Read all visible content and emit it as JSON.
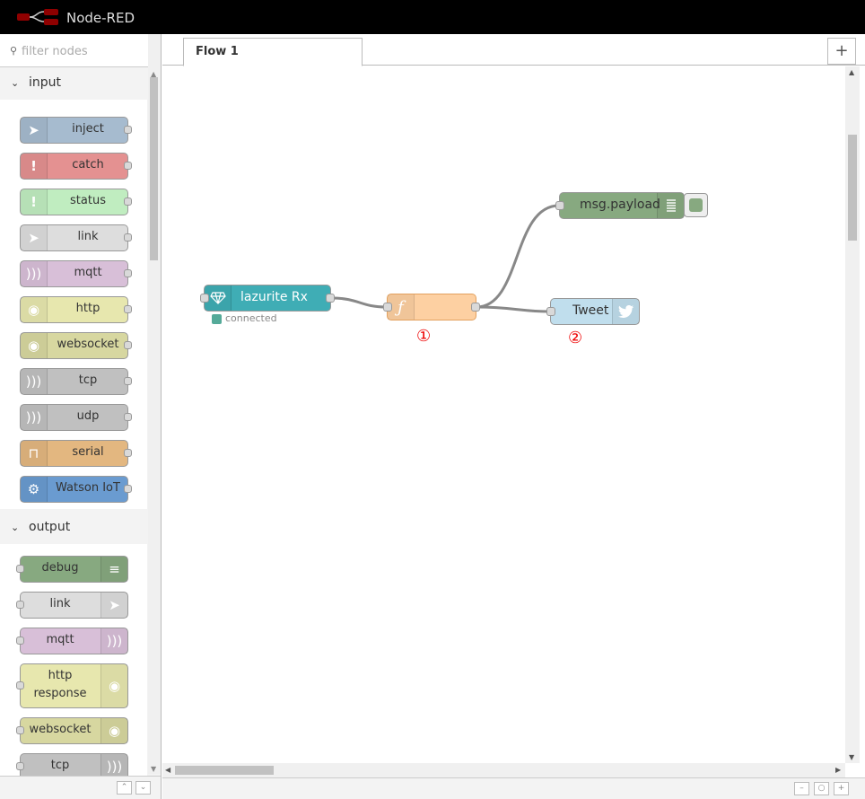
{
  "app": {
    "title": "Node-RED"
  },
  "palette": {
    "search_placeholder": "filter nodes",
    "categories": [
      {
        "name": "input",
        "nodes": [
          {
            "label": "inject",
            "color": "#a6bbcf",
            "icon": "arrow-in-icon"
          },
          {
            "label": "catch",
            "color": "#e49191",
            "icon": "exclamation-icon"
          },
          {
            "label": "status",
            "color": "#c0edc0",
            "icon": "exclamation-icon"
          },
          {
            "label": "link",
            "color": "#dddddd",
            "icon": "link-in-icon"
          },
          {
            "label": "mqtt",
            "color": "#d8bfd8",
            "icon": "wave-icon"
          },
          {
            "label": "http",
            "color": "#e7e7ae",
            "icon": "globe-icon"
          },
          {
            "label": "websocket",
            "color": "#d7d7a0",
            "icon": "globe-icon"
          },
          {
            "label": "tcp",
            "color": "#c0c0c0",
            "icon": "wave-icon"
          },
          {
            "label": "udp",
            "color": "#c0c0c0",
            "icon": "wave-icon"
          },
          {
            "label": "serial",
            "color": "#e3b780",
            "icon": "serial-icon"
          },
          {
            "label": "Watson IoT",
            "color": "#6a9bd0",
            "icon": "chip-icon"
          }
        ]
      },
      {
        "name": "output",
        "nodes": [
          {
            "label": "debug",
            "color": "#87a980",
            "icon": "list-icon"
          },
          {
            "label": "link",
            "color": "#dddddd",
            "icon": "link-out-icon"
          },
          {
            "label": "mqtt",
            "color": "#d8bfd8",
            "icon": "wave-icon"
          },
          {
            "label": "http\nresponse",
            "color": "#e7e7ae",
            "icon": "globe-icon"
          },
          {
            "label": "websocket",
            "color": "#d7d7a0",
            "icon": "globe-icon"
          },
          {
            "label": "tcp",
            "color": "#c0c0c0",
            "icon": "wave-icon"
          }
        ]
      }
    ]
  },
  "tabs": {
    "active": "Flow 1",
    "add_label": "+"
  },
  "flow": {
    "nodes": [
      {
        "id": "lazurite",
        "label": "lazurite Rx",
        "color": "#3fadb5",
        "icon": "gem-icon",
        "status": "connected",
        "status_color": "#5a9"
      },
      {
        "id": "function",
        "label": "",
        "color": "#fdd0a2",
        "icon": "function-icon"
      },
      {
        "id": "debug",
        "label": "msg.payload",
        "color": "#87a980",
        "icon": "list-icon"
      },
      {
        "id": "tweet",
        "label": "Tweet",
        "color": "#c0deed",
        "icon": "twitter-icon"
      }
    ],
    "annotations": [
      "①",
      "②"
    ]
  },
  "footer": {
    "zoom_out": "–",
    "zoom_reset": "○",
    "zoom_in": "+"
  }
}
